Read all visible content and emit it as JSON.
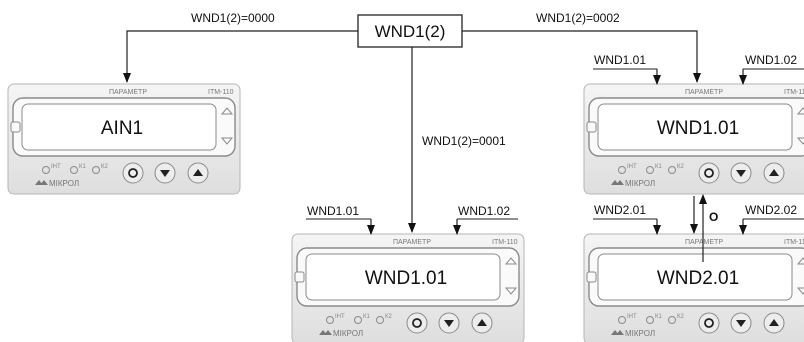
{
  "root_label": "WND1(2)",
  "branch_labels": {
    "left": "WND1(2)=0000",
    "middle": "WND1(2)=0001",
    "right": "WND1(2)=0002"
  },
  "device": {
    "param_label": "ПАРАМЕТР",
    "model_label": "ITM-110",
    "led_labels": [
      "ІНТ",
      "К1",
      "К2"
    ],
    "brand": "МІКРОЛ"
  },
  "devices": {
    "left": {
      "display": "AIN1"
    },
    "middle": {
      "display": "WND1.01",
      "input_left": "WND1.01",
      "input_right": "WND1.02"
    },
    "right_top": {
      "display": "WND1.01",
      "input_left": "WND1.01",
      "input_right": "WND1.02"
    },
    "right_bottom": {
      "display": "WND2.01",
      "input_left": "WND2.01",
      "input_right": "WND2.02"
    }
  },
  "toggle_symbol": "О"
}
